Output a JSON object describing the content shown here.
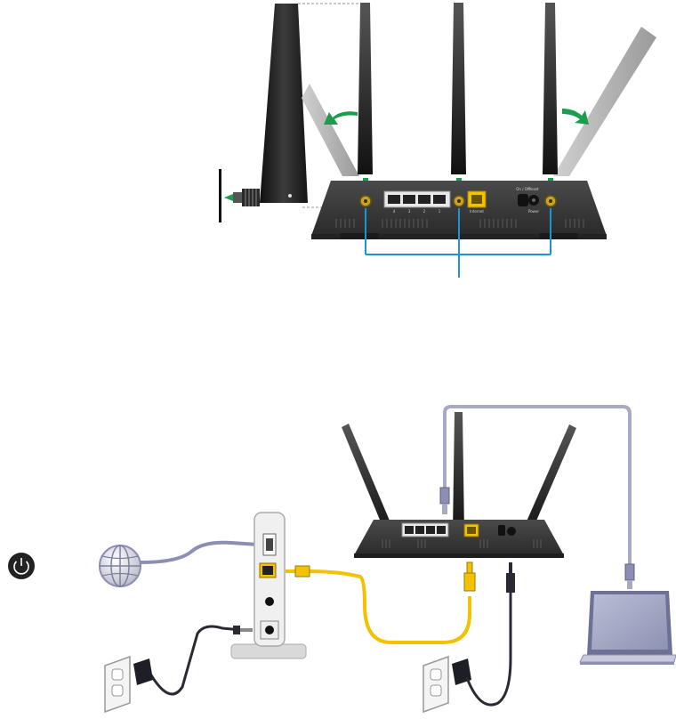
{
  "figure": {
    "panels": [
      "antenna-installation",
      "router-connection-setup"
    ],
    "router_ports": {
      "lan_labels": [
        "4",
        "3",
        "2",
        "1"
      ],
      "internet_label": "Internet",
      "power_switch_label": "On / Off",
      "reset_label": "Reset",
      "dc_label": "Power"
    },
    "icons": [
      "power-icon",
      "internet-globe-icon",
      "wall-outlet-icon",
      "power-adapter-icon",
      "laptop-icon",
      "ethernet-plug-icon"
    ],
    "colors": {
      "antenna_dark": "#1f1f1f",
      "antenna_light": "#bdbdbd",
      "router_body": "#3a3a3a",
      "install_arrow": "#1a9e4b",
      "callout_line": "#1a96d6",
      "internet_port": "#f2c200",
      "yellow_cable": "#f2c200",
      "laptop_cable": "#8c8fb3",
      "modem_body": "#f0f0f0"
    }
  }
}
